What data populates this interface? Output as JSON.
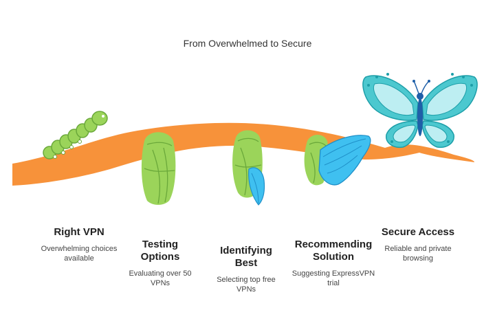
{
  "title": "From Overwhelmed to Secure",
  "stages": [
    {
      "heading": "Right VPN",
      "description": "Overwhelming choices available",
      "icon": "caterpillar-icon"
    },
    {
      "heading": "Testing Options",
      "description": "Evaluating over 50 VPNs",
      "icon": "cocoon-icon"
    },
    {
      "heading": "Identifying Best",
      "description": "Selecting top free VPNs",
      "icon": "chrysalis-icon"
    },
    {
      "heading": "Recommending Solution",
      "description": "Suggesting ExpressVPN trial",
      "icon": "emerging-butterfly-icon"
    },
    {
      "heading": "Secure Access",
      "description": "Reliable and private browsing",
      "icon": "butterfly-icon"
    }
  ],
  "colors": {
    "branch": "#f7923a",
    "green": "#9bd45a",
    "green_dark": "#6aa83a",
    "blue": "#3fc0f0",
    "teal": "#4cc8cf",
    "teal_light": "#bdeef2"
  }
}
